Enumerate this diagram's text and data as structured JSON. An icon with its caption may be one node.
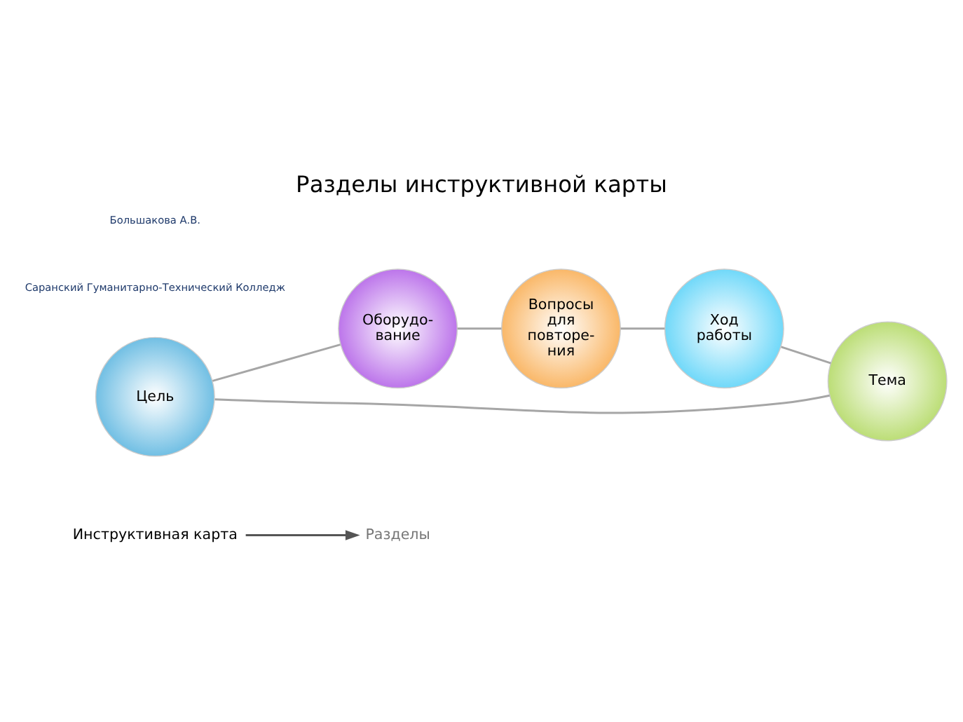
{
  "diagram": {
    "title": "Разделы инструктивной карты",
    "nodes": [
      {
        "text": [
          "Инструктивная карта"
        ]
      },
      {
        "text": [
          "Цель"
        ]
      },
      {
        "text": [
          "Оборудо- вание"
        ]
      },
      {
        "text": [
          "Тема"
        ]
      },
      {
        "text": [
          "Разделы"
        ]
      },
      {
        "text": [
          "Вопросы для повторе- ния"
        ]
      },
      {
        "text": [
          "Ход работы"
        ]
      }
    ],
    "edges": [
      {
        "from": 0,
        "to": 4,
        "arrow": "to",
        "color": "#555555"
      },
      {
        "from": 3,
        "to": 1,
        "arrow": "none"
      },
      {
        "from": 1,
        "to": 2,
        "arrow": "none"
      },
      {
        "from": 2,
        "to": 5,
        "arrow": "none"
      },
      {
        "from": 5,
        "to": 6,
        "arrow": "none"
      },
      {
        "from": 6,
        "to": 3,
        "arrow": "none"
      }
    ],
    "labels": [
      "Саранский Гуманитарно-Технический Колледж",
      "Большакова А.В."
    ]
  }
}
